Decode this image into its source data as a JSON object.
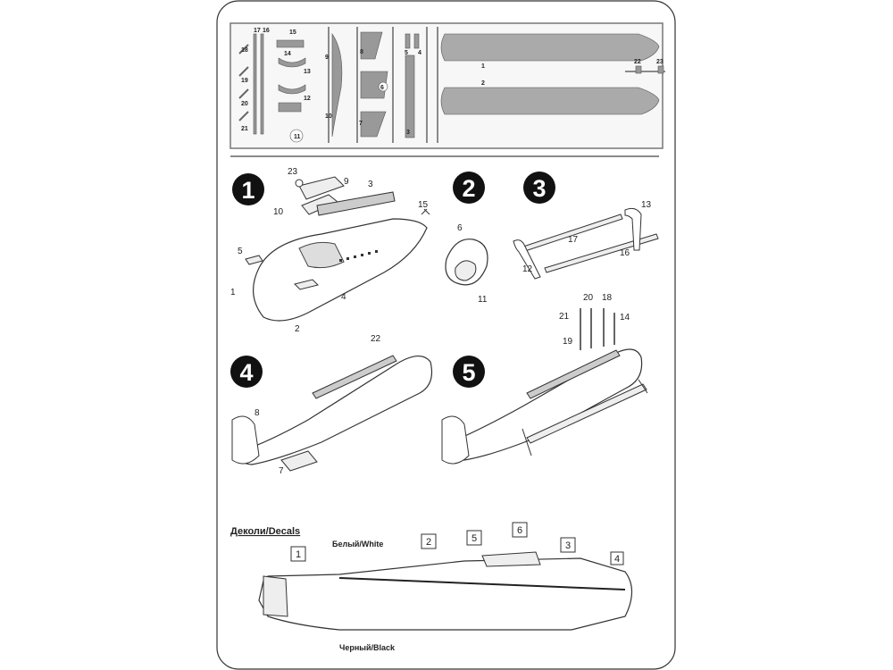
{
  "sprue": {
    "labels": [
      "17",
      "16",
      "18",
      "19",
      "20",
      "21",
      "15",
      "14",
      "13",
      "12",
      "11",
      "9",
      "10",
      "8",
      "6",
      "7",
      "5",
      "4",
      "3",
      "1",
      "2",
      "22",
      "23"
    ]
  },
  "steps": {
    "s1": {
      "number": "1",
      "parts": [
        "23",
        "9",
        "3",
        "10",
        "15",
        "5",
        "4",
        "1",
        "2"
      ]
    },
    "s2": {
      "number": "2",
      "parts": [
        "6",
        "11"
      ]
    },
    "s3": {
      "number": "3",
      "parts": [
        "13",
        "17",
        "12",
        "16"
      ]
    },
    "s4": {
      "number": "4",
      "parts": [
        "22",
        "8",
        "7"
      ]
    },
    "s5": {
      "number": "5",
      "parts": [
        "20",
        "18",
        "21",
        "14",
        "19"
      ]
    }
  },
  "decals": {
    "title": "Деколи/Decals",
    "white_label": "Белый/White",
    "black_label": "Черный/Black",
    "callouts": [
      "1",
      "2",
      "5",
      "6",
      "3",
      "4"
    ]
  }
}
